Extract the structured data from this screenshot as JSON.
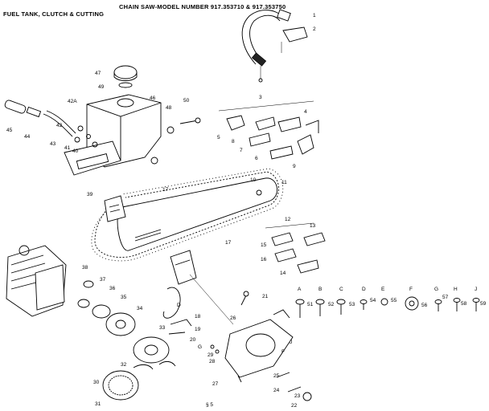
{
  "header": {
    "model_line": "CHAIN SAW-MODEL NUMBER 917.353710 & 917.353750",
    "section_title": "FUEL TANK, CLUTCH & CUTTING"
  },
  "footer": {
    "page_mark": "§ 5"
  },
  "callouts": [
    {
      "label": "1"
    },
    {
      "label": "2"
    },
    {
      "label": "3"
    },
    {
      "label": "4"
    },
    {
      "label": "5"
    },
    {
      "label": "6"
    },
    {
      "label": "7"
    },
    {
      "label": "8"
    },
    {
      "label": "9"
    },
    {
      "label": "10"
    },
    {
      "label": "11"
    },
    {
      "label": "12"
    },
    {
      "label": "13"
    },
    {
      "label": "14"
    },
    {
      "label": "15"
    },
    {
      "label": "16"
    },
    {
      "label": "17"
    },
    {
      "label": "17"
    },
    {
      "label": "18"
    },
    {
      "label": "19"
    },
    {
      "label": "20"
    },
    {
      "label": "21"
    },
    {
      "label": "22"
    },
    {
      "label": "23"
    },
    {
      "label": "24"
    },
    {
      "label": "25"
    },
    {
      "label": "26"
    },
    {
      "label": "27"
    },
    {
      "label": "28"
    },
    {
      "label": "29"
    },
    {
      "label": "30"
    },
    {
      "label": "31"
    },
    {
      "label": "32"
    },
    {
      "label": "33"
    },
    {
      "label": "34"
    },
    {
      "label": "35"
    },
    {
      "label": "36"
    },
    {
      "label": "37"
    },
    {
      "label": "38"
    },
    {
      "label": "39"
    },
    {
      "label": "40"
    },
    {
      "label": "41"
    },
    {
      "label": "42"
    },
    {
      "label": "42A"
    },
    {
      "label": "43"
    },
    {
      "label": "44"
    },
    {
      "label": "45"
    },
    {
      "label": "46"
    },
    {
      "label": "47"
    },
    {
      "label": "48"
    },
    {
      "label": "49"
    },
    {
      "label": "50"
    },
    {
      "label": "51"
    },
    {
      "label": "52"
    },
    {
      "label": "53"
    },
    {
      "label": "54"
    },
    {
      "label": "55"
    },
    {
      "label": "56"
    },
    {
      "label": "57"
    },
    {
      "label": "58"
    },
    {
      "label": "59"
    },
    {
      "label": "A"
    },
    {
      "label": "B"
    },
    {
      "label": "C"
    },
    {
      "label": "D"
    },
    {
      "label": "E"
    },
    {
      "label": "F"
    },
    {
      "label": "G"
    },
    {
      "label": "H"
    },
    {
      "label": "J"
    },
    {
      "label": "D"
    },
    {
      "label": "F"
    },
    {
      "label": "G"
    },
    {
      "label": "J"
    }
  ]
}
